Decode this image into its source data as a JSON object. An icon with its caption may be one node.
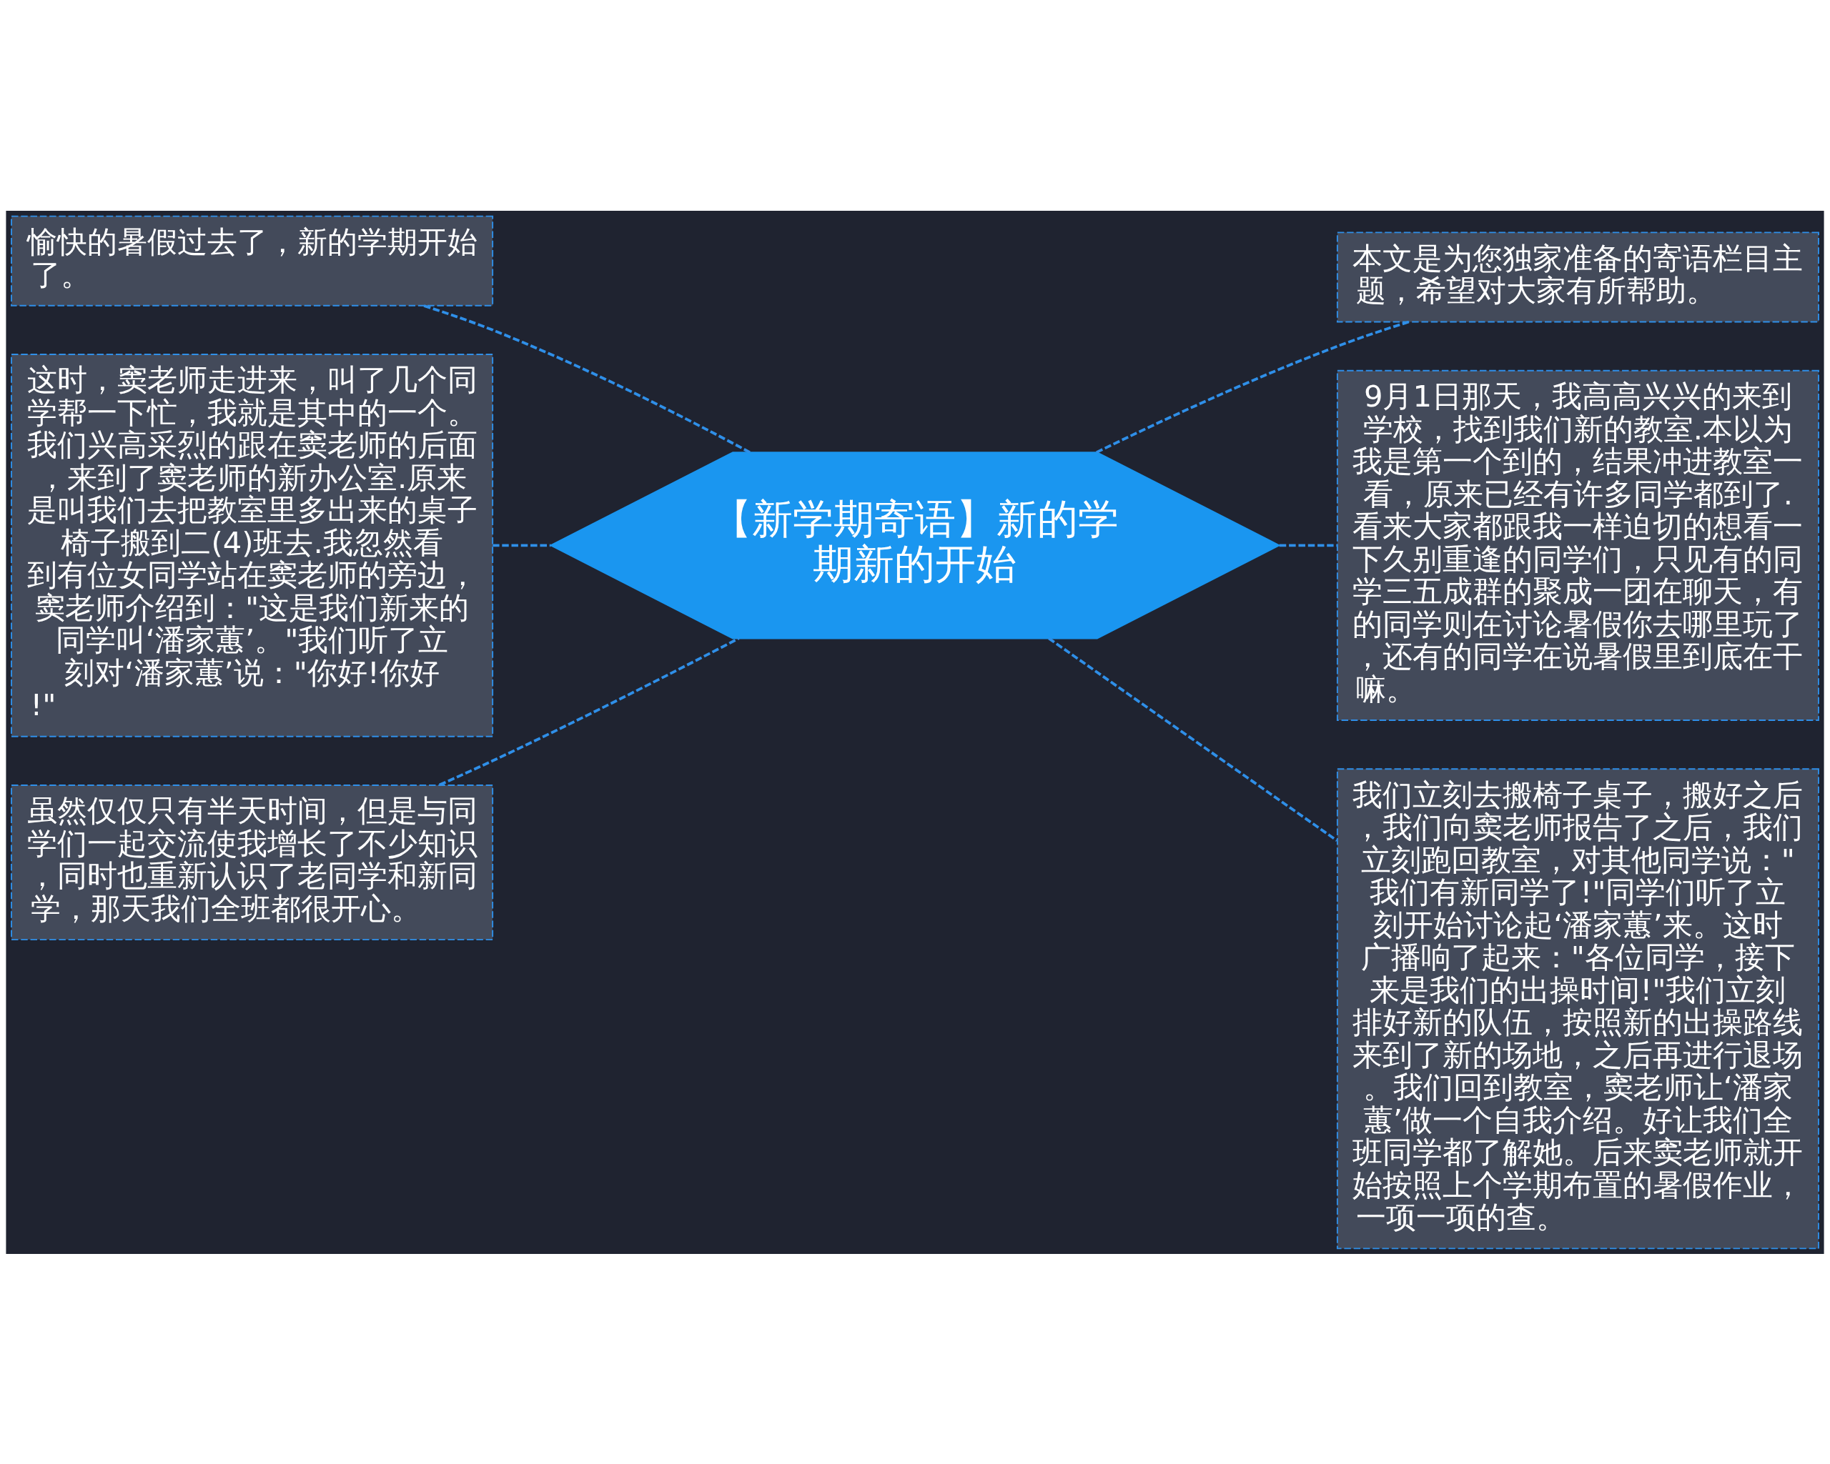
{
  "diagram": {
    "nodes": [
      {
        "text": [
          "【新学期寄语】新的学期新的开始"
        ]
      },
      {
        "text": [
          "愉快的暑假过去了，新的学期开始了。"
        ]
      },
      {
        "text": [
          "这时，窦老师走进来，叫了几个同学帮一下忙，我就是其中的一个。我们兴高采烈的跟在窦老师的后面，来到了窦老师的新办公室.原来是叫我们去把教室里多出来的桌子椅子搬到二(4)班去.我忽然看到有位女同学站在窦老师的旁边，窦老师介绍到：\"这是我们新来的同学叫‘潘家蕙’。\"我们听了立刻对‘潘家蕙’说：\"你好!你好!\""
        ]
      },
      {
        "text": [
          "虽然仅仅只有半天时间，但是与同学们一起交流使我增长了不少知识，同时也重新认识了老同学和新同学，那天我们全班都很开心。"
        ]
      },
      {
        "text": [
          "本文是为您独家准备的寄语栏目主题，希望对大家有所帮助。"
        ]
      },
      {
        "text": [
          "9月1日那天，我高高兴兴的来到学校，找到我们新的教室.本以为我是第一个到的，结果冲进教室一看，原来已经有许多同学都到了.看来大家都跟我一样迫切的想看一下久别重逢的同学们，只见有的同学三五成群的聚成一团在聊天，有的同学则在讨论暑假你去哪里玩了，还有的同学在说暑假里到底在干嘛。"
        ]
      },
      {
        "text": [
          "我们立刻去搬椅子桌子，搬好之后，我们向窦老师报告了之后，我们立刻跑回教室，对其他同学说：\"我们有新同学了!\"同学们听了立刻开始讨论起‘潘家蕙’来。这时广播响了起来：\"各位同学，接下来是我们的出操时间!\"我们立刻排好新的队伍，按照新的出操路线来到了新的场地，之后再进行退场。我们回到教室，窦老师让‘潘家蕙’做一个自我介绍。好让我们全班同学都了解她。后来窦老师就开始按照上个学期布置的暑假作业，一项一项的查。"
        ]
      }
    ],
    "edges": [
      {
        "from": 0,
        "to": 1,
        "arrow": "none",
        "style": "dashed"
      },
      {
        "from": 0,
        "to": 2,
        "arrow": "none",
        "style": "dashed"
      },
      {
        "from": 0,
        "to": 3,
        "arrow": "none",
        "style": "dashed"
      },
      {
        "from": 0,
        "to": 4,
        "arrow": "none",
        "style": "dashed"
      },
      {
        "from": 0,
        "to": 5,
        "arrow": "none",
        "style": "dashed"
      },
      {
        "from": 0,
        "to": 6,
        "arrow": "none",
        "style": "dashed"
      }
    ]
  }
}
